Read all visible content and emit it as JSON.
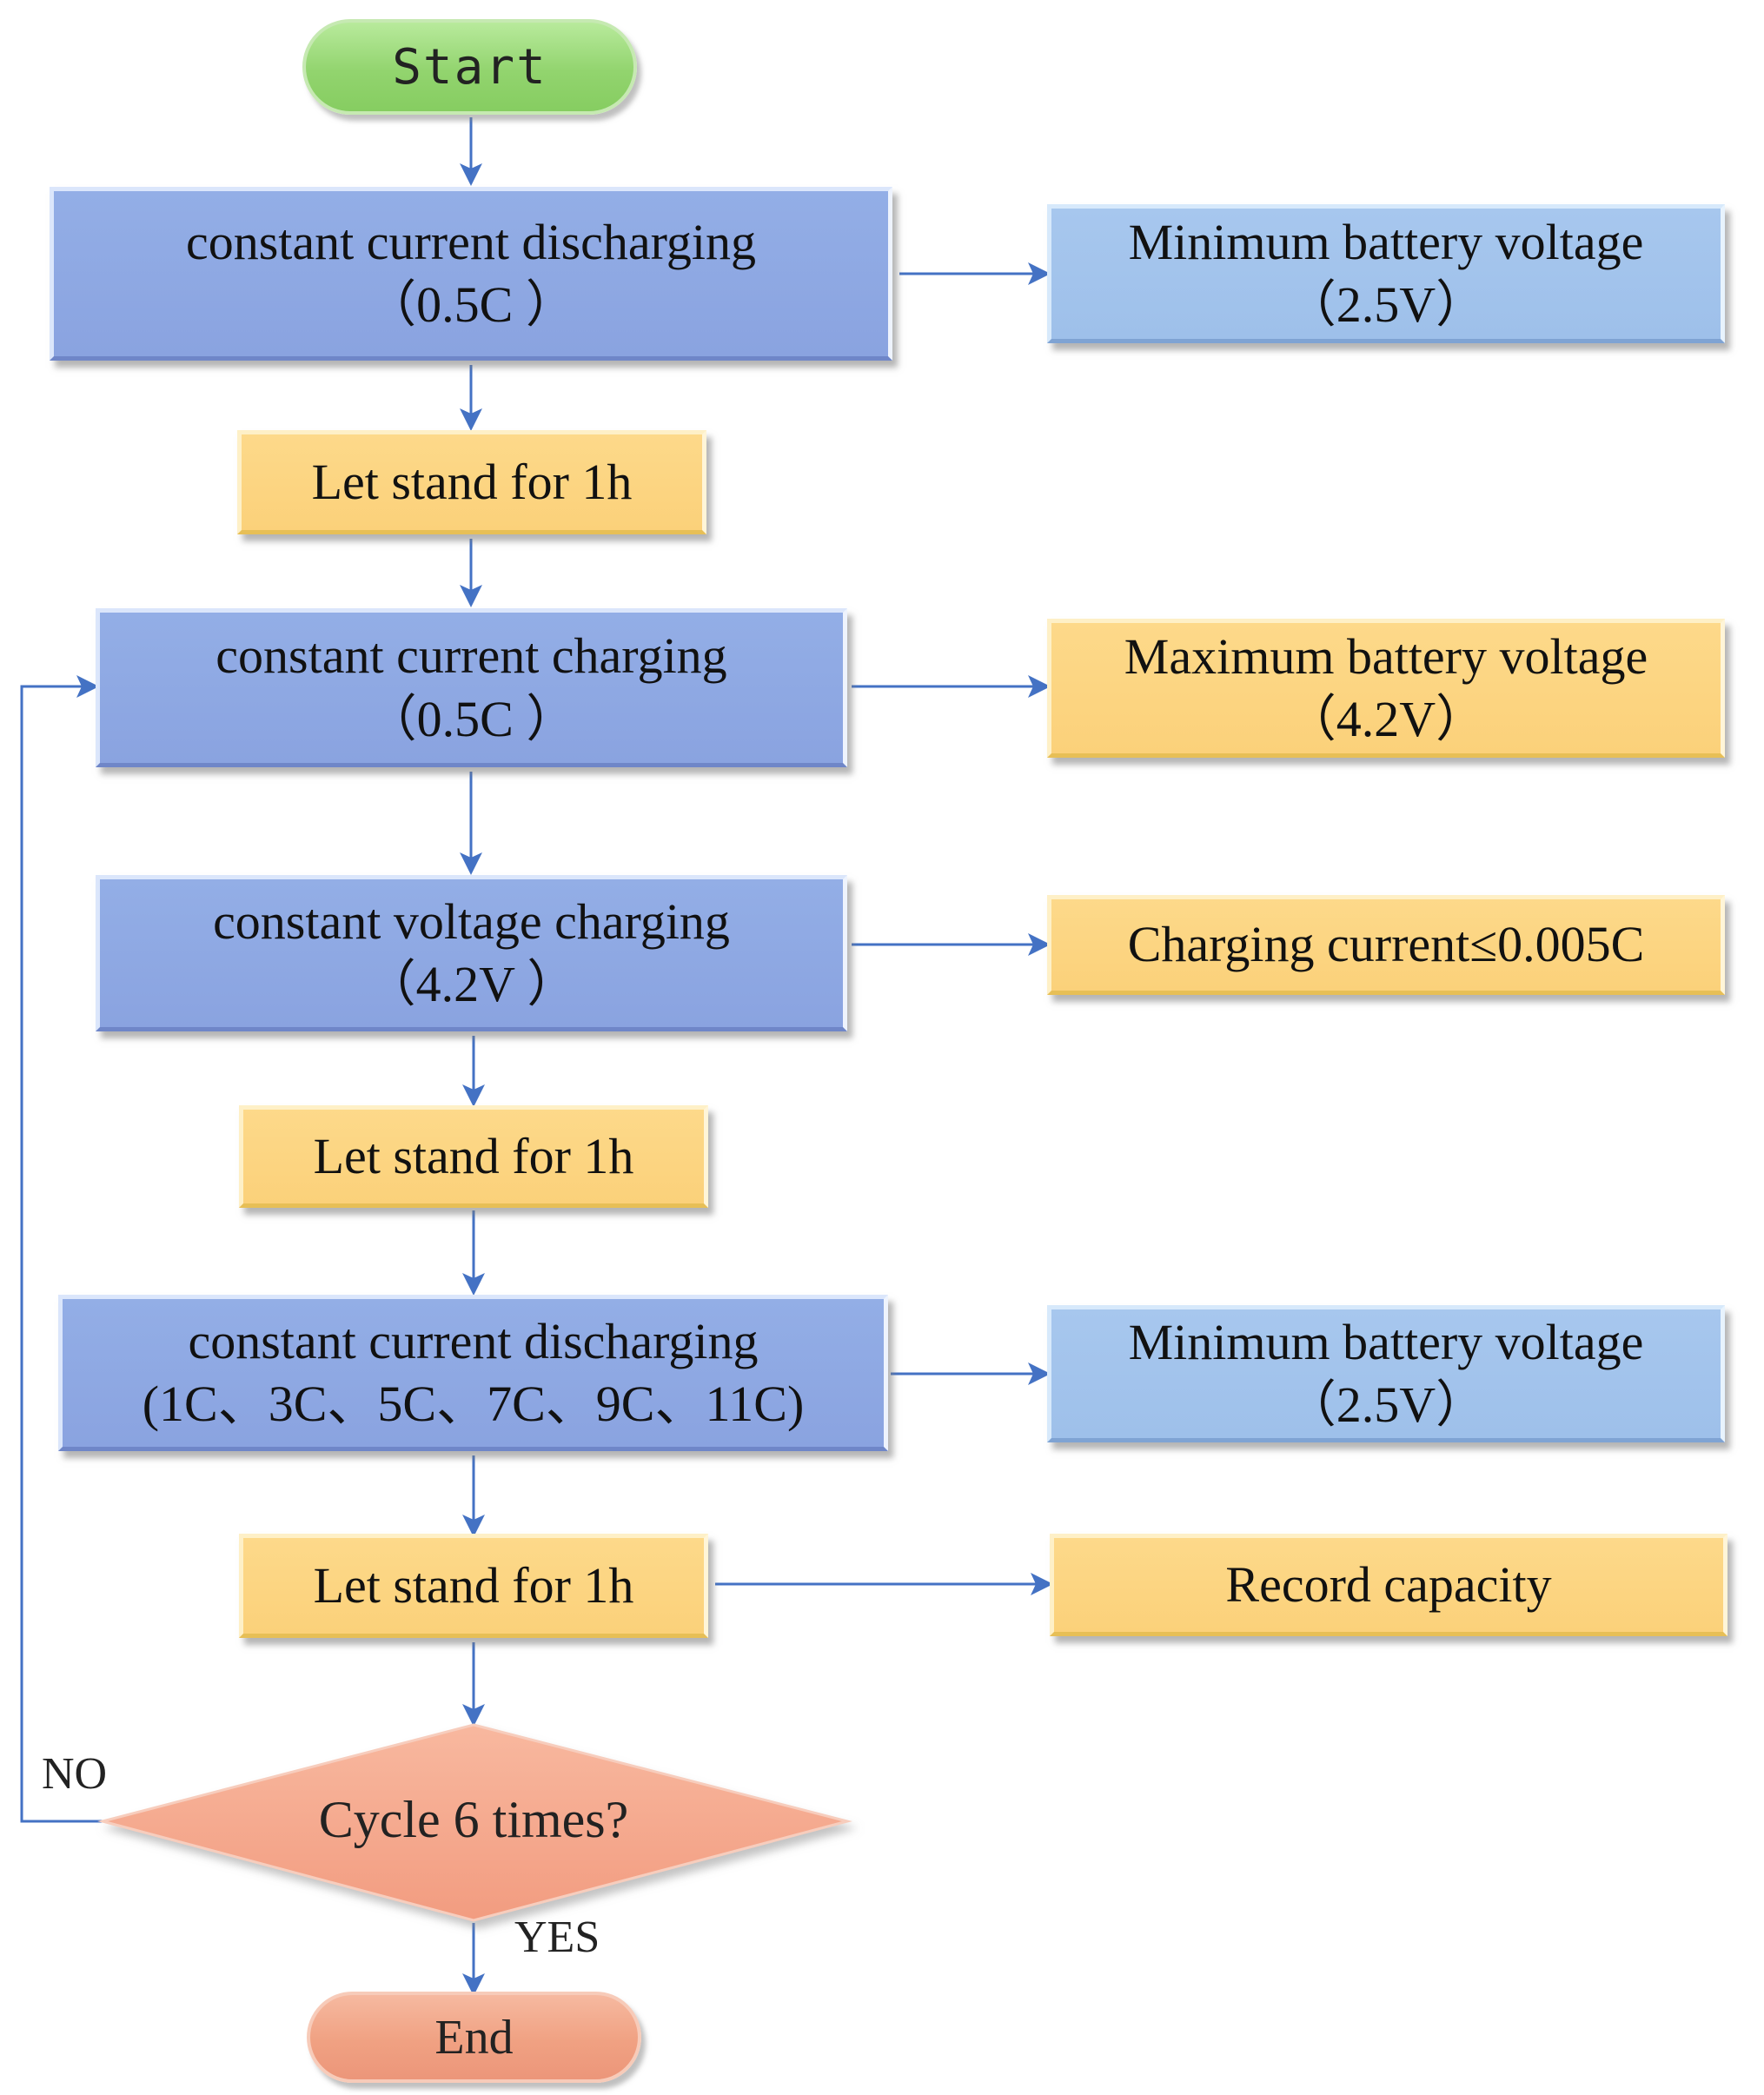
{
  "flowchart": {
    "start": "Start",
    "end": "End",
    "steps": {
      "discharge1": {
        "line1": "constant current discharging",
        "line2": "（0.5C ）"
      },
      "stand1": {
        "label": "Let stand for 1h"
      },
      "cc_charge": {
        "line1": "constant current charging",
        "line2": "（0.5C ）"
      },
      "cv_charge": {
        "line1": "constant voltage charging",
        "line2": "（4.2V ）"
      },
      "stand2": {
        "label": "Let stand for 1h"
      },
      "discharge2": {
        "line1": "constant current discharging",
        "line2": "(1C、3C、5C、7C、9C、11C)"
      },
      "stand3": {
        "label": "Let stand for 1h"
      }
    },
    "conditions": {
      "min_voltage1": {
        "line1": "Minimum battery voltage",
        "line2": "（2.5V）"
      },
      "max_voltage": {
        "line1": "Maximum battery voltage",
        "line2": "（4.2V）"
      },
      "charging_current": {
        "label": "Charging current≤0.005C"
      },
      "min_voltage2": {
        "line1": "Minimum battery voltage",
        "line2": "（2.5V）"
      },
      "record": {
        "label": "Record capacity"
      }
    },
    "decision": {
      "question": "Cycle 6 times?",
      "no_label": "NO",
      "yes_label": "YES"
    }
  },
  "colors": {
    "arrow": "#4472c4",
    "process_blue": "#8fa9e3",
    "condition_blue": "#a3c4ec",
    "yellow": "#fcd47f",
    "start_green": "#92d46e",
    "end_orange": "#f0a182",
    "decision_salmon": "#f4a48a"
  }
}
